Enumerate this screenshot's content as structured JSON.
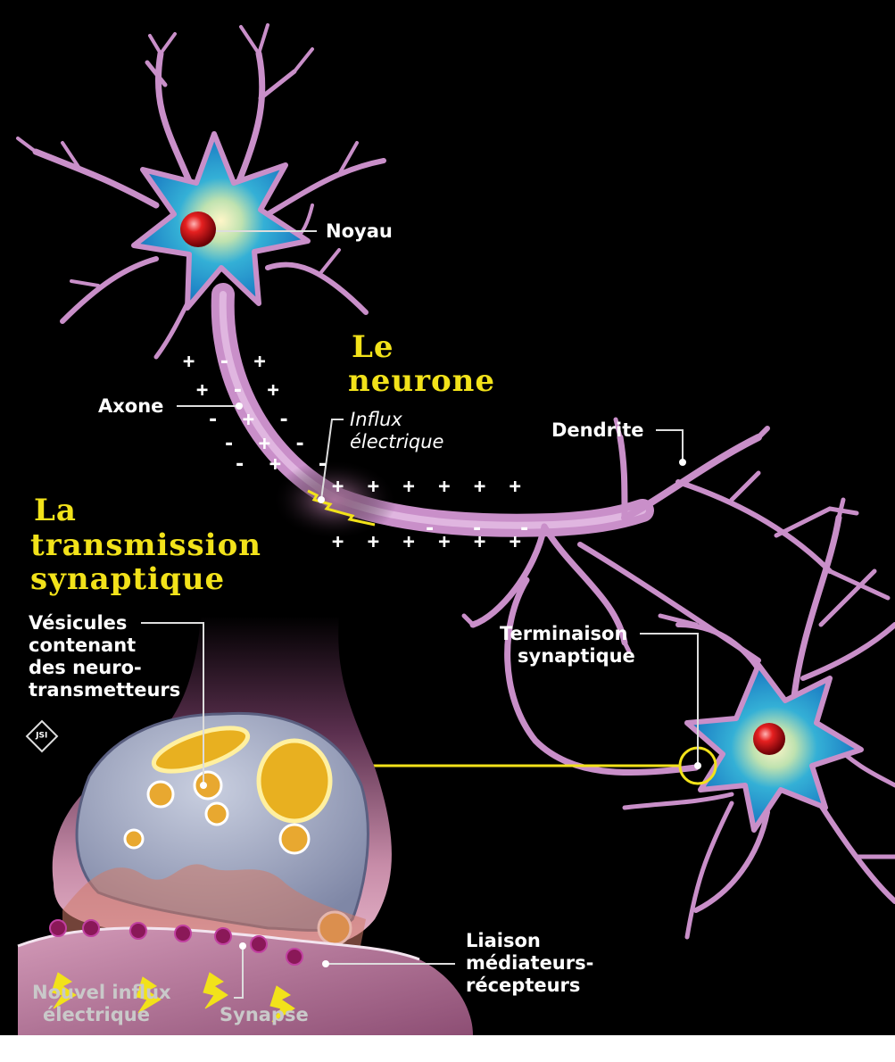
{
  "titles": {
    "neuron": [
      "Le",
      "neurone"
    ],
    "synaptic": [
      "La",
      "transmission",
      "synaptique"
    ]
  },
  "labels": {
    "noyau": "Noyau",
    "axone": "Axone",
    "influx": [
      "Influx",
      "électrique"
    ],
    "dendrite": "Dendrite",
    "vesicules": [
      "Vésicules",
      "contenant",
      "des neuro-",
      "transmetteurs"
    ],
    "terminaison": [
      "Terminaison",
      "synaptique"
    ],
    "liaison": [
      "Liaison",
      "médiateurs-",
      "récepteurs"
    ],
    "nouvel_influx": [
      "Nouvel influx",
      "électrique"
    ],
    "synapse": "Synapse"
  },
  "logo_text": "JSI",
  "colors": {
    "background": "#000000",
    "neuron_membrane": "#c98fc9",
    "nucleus": "#d0101e",
    "cell_body": "#1f84c6",
    "title": "#f2e21a",
    "synapse_body": "#c78ca8"
  }
}
